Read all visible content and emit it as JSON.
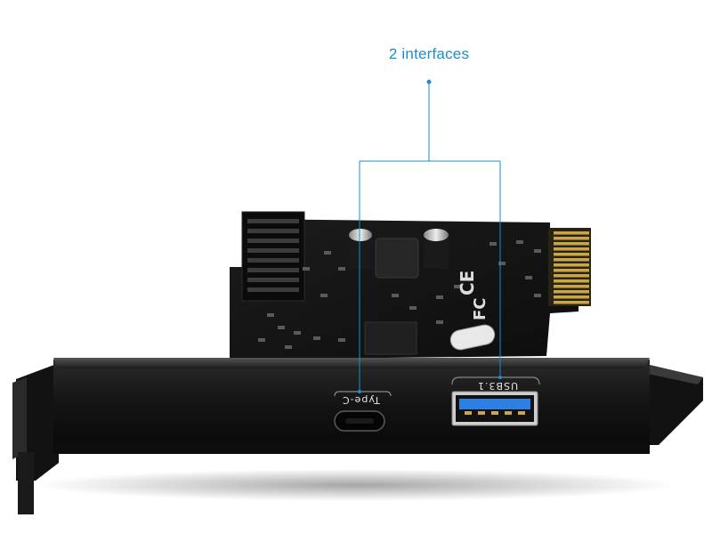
{
  "callout": {
    "title": "2 interfaces",
    "line_color": "#1a8fd0"
  },
  "ports": [
    {
      "name": "Type-C",
      "label": "Type-C"
    },
    {
      "name": "USB3.1",
      "label": "USB3.1"
    }
  ],
  "pcb": {
    "cert_ce": "CE",
    "cert_fc": "FC"
  },
  "colors": {
    "bracket": "#161616",
    "board": "#141414",
    "gold_contacts": "#c9a64a",
    "usb_insert": "#2d7fe0"
  }
}
